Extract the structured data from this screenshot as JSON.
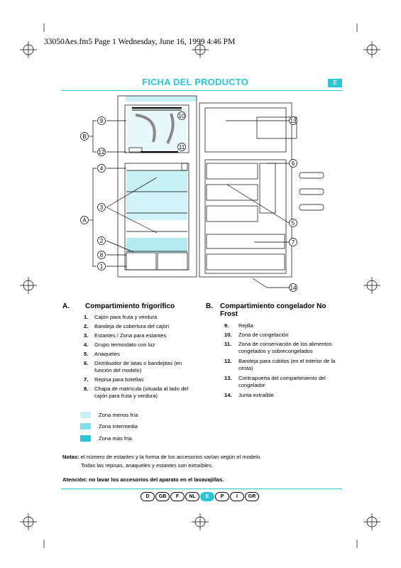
{
  "print_header": "33050Aes.fm5  Page 1  Wednesday, June 16, 1999  4:46 PM",
  "title": "FICHA DEL PRODUCTO",
  "language_badge": "E",
  "diagram_callouts": [
    "9",
    "10",
    "11",
    "12",
    "4",
    "3",
    "2",
    "8",
    "1",
    "13",
    "6",
    "5",
    "7",
    "14"
  ],
  "group_labels": [
    "B",
    "A"
  ],
  "section_a": {
    "letter": "A.",
    "heading": "Compartimiento frigorífico",
    "items": [
      {
        "num": "1.",
        "text": "Cajón para fruta y verdura"
      },
      {
        "num": "2.",
        "text": "Bandeja de cobertura del cajón"
      },
      {
        "num": "3.",
        "text": "Estantes / Zona para estantes"
      },
      {
        "num": "4.",
        "text": "Grupo termostato con luz"
      },
      {
        "num": "5.",
        "text": "Anaqueles"
      },
      {
        "num": "6.",
        "text": "Distribuidor de latas o bandejitas (en función del modelo)"
      },
      {
        "num": "7.",
        "text": "Repisa para botellas"
      },
      {
        "num": "8.",
        "text": "Chapa de matrícula (situada al lado del cajón para fruta y verdura)"
      }
    ]
  },
  "section_b": {
    "letter": "B.",
    "heading": "Compartimiento congelador No Frost",
    "items": [
      {
        "num": "9.",
        "text": "Rejilla"
      },
      {
        "num": "10.",
        "text": "Zona de congelación"
      },
      {
        "num": "11.",
        "text": "Zona de conservación de los alimentos congelados y sobrecongelados"
      },
      {
        "num": "12.",
        "text": "Bandeja para cubitos (en el interior de la cesta)"
      },
      {
        "num": "13.",
        "text": "Contrapuerta del compartimiento del congelador"
      },
      {
        "num": "14.",
        "text": "Junta extraíble"
      }
    ]
  },
  "legend": [
    {
      "label": "Zona menos fría",
      "color": "#c8f1f6"
    },
    {
      "label": "Zona intermedia",
      "color": "#7fdfea"
    },
    {
      "label": "Zona más fría",
      "color": "#29c5d8"
    }
  ],
  "notes": {
    "label": "Notas:",
    "line1": " el número de estantes y la forma de los accesorios varían según el modelo.",
    "line2": "Todas las repisas, anaqueles y estantes son extraíbles."
  },
  "warning": "Atención: no lavar los accesorios del aparato en el lavavajillas.",
  "languages": [
    {
      "code": "D",
      "active": false
    },
    {
      "code": "GB",
      "active": false
    },
    {
      "code": "F",
      "active": false
    },
    {
      "code": "NL",
      "active": false
    },
    {
      "code": "E",
      "active": true
    },
    {
      "code": "P",
      "active": false
    },
    {
      "code": "I",
      "active": false
    },
    {
      "code": "GR",
      "active": false
    }
  ],
  "colors": {
    "accent": "#29c5d8"
  }
}
